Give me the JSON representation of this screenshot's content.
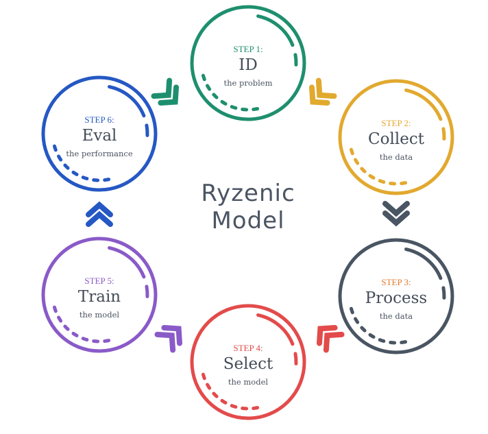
{
  "center": {
    "line1": "Ryzenic",
    "line2": "Model"
  },
  "steps": [
    {
      "label": "STEP 1:",
      "title": "ID",
      "sub": "the problem",
      "ring_color": "#1e8f6e",
      "label_color": "#1e8f6e"
    },
    {
      "label": "STEP 2:",
      "title": "Collect",
      "sub": "the data",
      "ring_color": "#e2a92f",
      "label_color": "#e2a92f"
    },
    {
      "label": "STEP 3:",
      "title": "Process",
      "sub": "the data",
      "ring_color": "#4a5563",
      "label_color": "#e07a2c"
    },
    {
      "label": "STEP 4:",
      "title": "Select",
      "sub": "the model",
      "ring_color": "#e34b4b",
      "label_color": "#e34b4b"
    },
    {
      "label": "STEP 5:",
      "title": "Train",
      "sub": "the model",
      "ring_color": "#8a5ac8",
      "label_color": "#8a5ac8"
    },
    {
      "label": "STEP 6:",
      "title": "Eval",
      "sub": "the performance",
      "ring_color": "#2558c4",
      "label_color": "#2558c4"
    }
  ],
  "arrows": [
    {
      "icon": "double-chevron-right-icon",
      "color": "#1e8f6e"
    },
    {
      "icon": "double-chevron-right-icon",
      "color": "#e2a92f"
    },
    {
      "icon": "double-chevron-down-icon",
      "color": "#4a5563"
    },
    {
      "icon": "double-chevron-left-icon",
      "color": "#e34b4b"
    },
    {
      "icon": "double-chevron-left-icon",
      "color": "#8a5ac8"
    },
    {
      "icon": "double-chevron-up-icon",
      "color": "#2558c4"
    }
  ]
}
